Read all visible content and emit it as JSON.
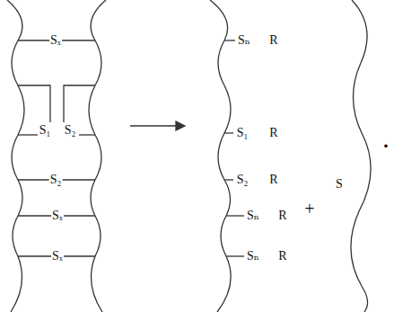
{
  "diagram": {
    "labels": [
      "Sₓ",
      "S₁",
      "S₂",
      "S₂",
      "Sₓ",
      "Sₓ",
      "Sₙ",
      "R",
      "S₁",
      "R",
      "S₂",
      "R",
      "Sₙ",
      "R",
      "Sₙ",
      "R",
      "+",
      "S",
      "·"
    ]
  }
}
